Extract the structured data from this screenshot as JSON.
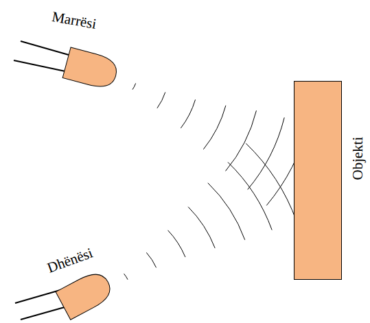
{
  "diagram": {
    "nodes": [
      {
        "text": [
          "Marrësi"
        ]
      },
      {
        "text": [
          "Objekti"
        ]
      },
      {
        "text": [
          "Dhënësi"
        ]
      }
    ]
  }
}
